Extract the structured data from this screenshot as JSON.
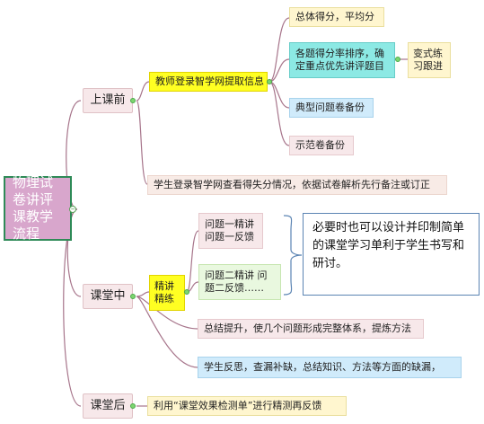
{
  "root": {
    "label": "物理试卷讲评课教学流程"
  },
  "branches": [
    {
      "label": "上课前",
      "children": [
        {
          "label": "教师登录智学网提取信息",
          "children": [
            {
              "label": "总体得分，平均分"
            },
            {
              "label": "各题得分率排序，确定重点优先讲评题目",
              "children": [
                {
                  "label": "变式练习跟进"
                }
              ]
            },
            {
              "label": "典型问题卷备份"
            },
            {
              "label": "示范卷备份"
            }
          ]
        },
        {
          "label": "学生登录智学网查看得失分情况，依据试卷解析先行备注或订正"
        }
      ]
    },
    {
      "label": "课堂中",
      "children": [
        {
          "label": "精讲精练",
          "children": [
            {
              "label": "问题一精讲 问题一反馈"
            },
            {
              "label": "问题二精讲 问题二反馈……"
            }
          ]
        },
        {
          "label": "总结提升，使几个问题形成完整体系，提炼方法"
        },
        {
          "label": "学生反思，查漏补缺，总结知识、方法等方面的缺漏，"
        }
      ]
    },
    {
      "label": "课堂后",
      "children": [
        {
          "label": "利用“课堂效果检测单”进行精测再反馈"
        }
      ]
    }
  ],
  "note": {
    "label": "必要时也可以设计并印制简单的课堂学习单利于学生书写和研讨。"
  },
  "colors": {
    "root_fill": "#d8a6cc",
    "root_border": "#2e8a57",
    "connector": "#a7758b",
    "highlight_yellow": "#ffff22",
    "highlight_cyan": "#8ce9e4",
    "note_border": "#5b84b3"
  }
}
